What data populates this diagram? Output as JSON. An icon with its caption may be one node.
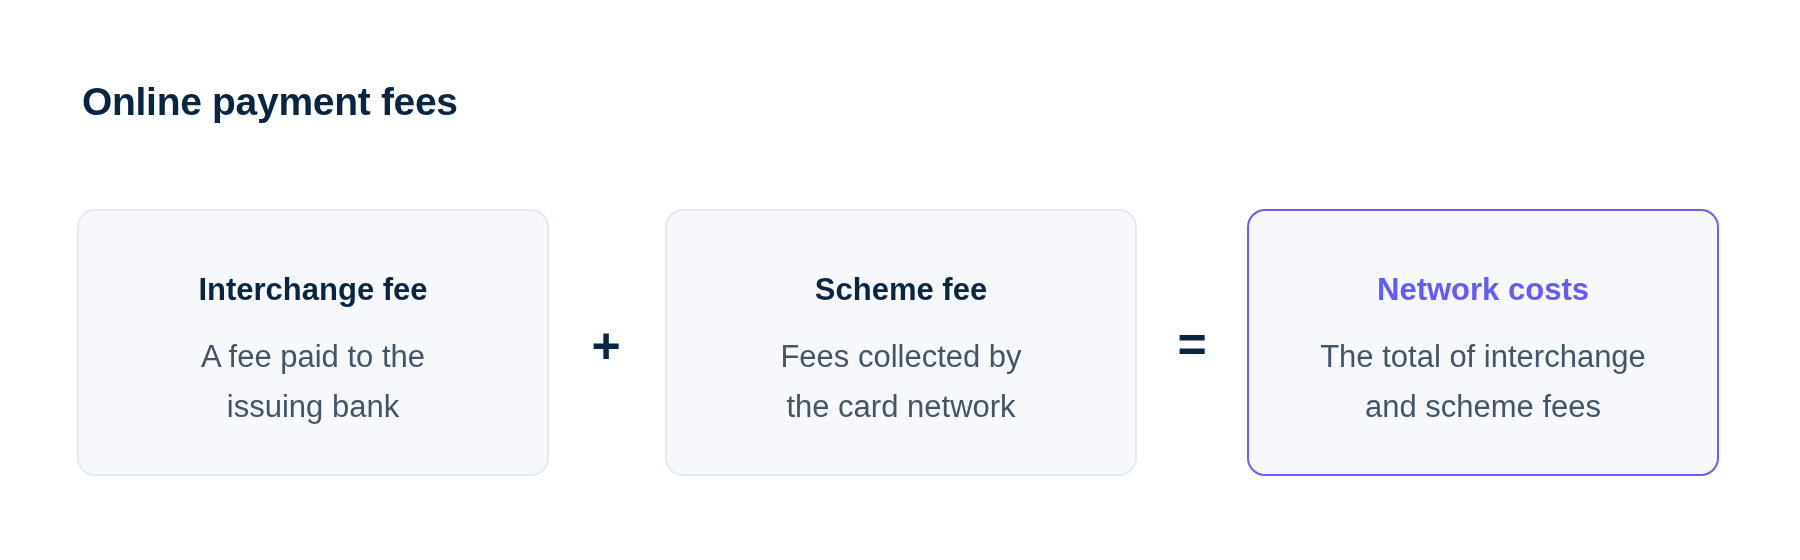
{
  "diagram": {
    "title": "Online payment fees",
    "nodes": [
      {
        "text": [
          "Interchange fee",
          "A fee paid to the issuing bank"
        ]
      },
      {
        "text": [
          "Scheme fee",
          "Fees collected by the card network"
        ]
      },
      {
        "text": [
          "Network costs",
          "The total of interchange and scheme fees"
        ]
      }
    ],
    "labels": [
      "+",
      "="
    ]
  }
}
